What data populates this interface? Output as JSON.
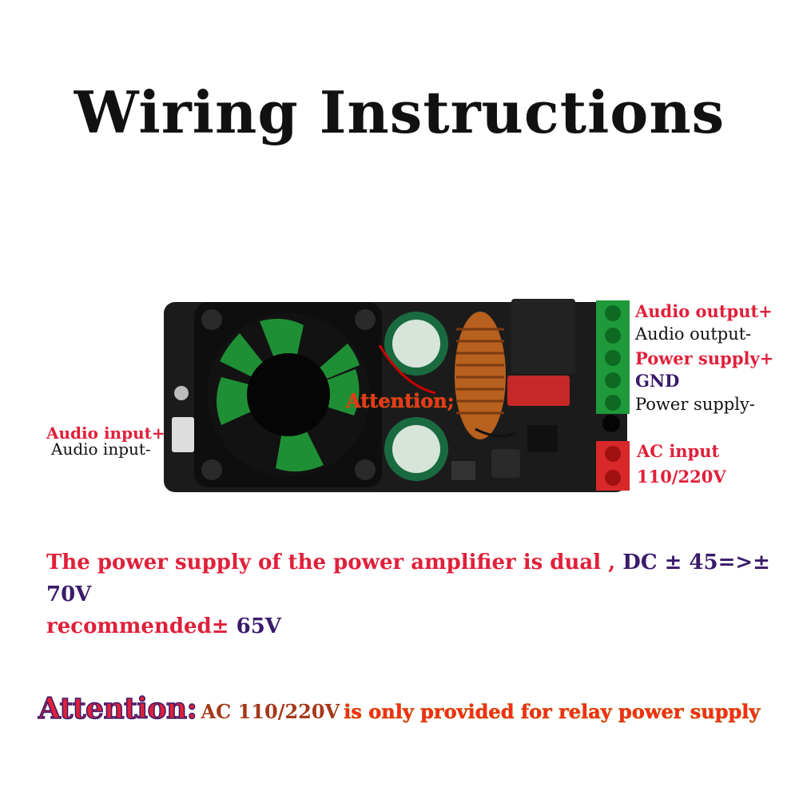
{
  "title": "Wiring Instructions",
  "board_labels": {
    "audio_output_plus": "Audio output+",
    "audio_output_minus": "Audio output-",
    "power_supply_plus": "Power supply+",
    "gnd": "GND",
    "power_supply_minus": "Power supply-",
    "ac_input": "AC  input",
    "ac_voltage": "110/220V",
    "audio_input_plus": "Audio input+",
    "audio_input_minus": "Audio input-",
    "attention_on_board": "Attention;"
  },
  "info": {
    "line1_red": "The power supply of the power amplifier is dual ,",
    "line1_purple": "DC ± 45=>± 70V",
    "line2_red": "recommended±",
    "line2_purple": " 65V"
  },
  "warning": {
    "attention": "Attention:",
    "ac": "AC 110/220V",
    "rest": "is only provided for relay power supply"
  },
  "colors": {
    "red": "#e0203a",
    "purple": "#3a1a6a",
    "terminal_green": "#1e9a3a",
    "terminal_red": "#d8282a",
    "board": "#1a1a1a"
  }
}
